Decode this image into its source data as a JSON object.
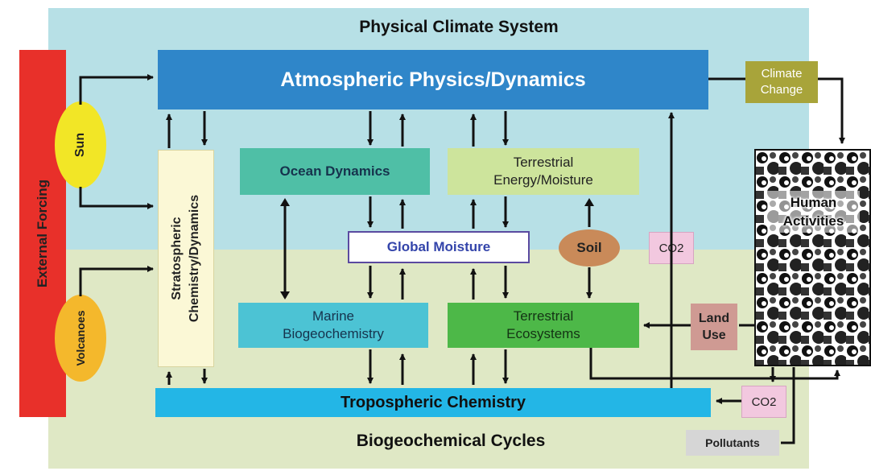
{
  "diagram": {
    "top_region_label": "Physical Climate System",
    "bottom_region_label": "Biogeochemical Cycles",
    "external_forcing": "External Forcing",
    "sun": "Sun",
    "volcanoes": "Volcanoes",
    "atmospheric": "Atmospheric Physics/Dynamics",
    "climate_change": "Climate Change",
    "stratospheric": "Stratospheric Chemistry/Dynamics",
    "ocean_dynamics": "Ocean Dynamics",
    "terrestrial_energy": "Terrestrial Energy/Moisture",
    "global_moisture": "Global Moisture",
    "soil": "Soil",
    "co2_top": "CO2",
    "human_activities": "Human Activities",
    "marine": "Marine Biogeochemistry",
    "terrestrial_ecosystems": "Terrestrial Ecosystems",
    "land_use": "Land Use",
    "tropospheric": "Tropospheric Chemistry",
    "co2_bottom": "CO2",
    "pollutants": "Pollutants"
  },
  "colors": {
    "physical_bg": "#b7e0e6",
    "biogeo_bg": "#dfe8c5",
    "external_forcing": "#e8302a",
    "sun": "#f2e626",
    "volcanoes": "#f4b82c",
    "atmospheric": "#2f86c9",
    "stratospheric": "#fbf8d6",
    "ocean": "#4fbfa6",
    "terrestrial_energy": "#cde49c",
    "marine": "#4cc3d4",
    "terrestrial_ecosystems": "#4db848",
    "tropospheric": "#23b6e6",
    "climate_change": "#a8a43a",
    "soil": "#c98a59",
    "co2": "#f2c8df",
    "land_use": "#cf9a93",
    "pollutants": "#d6d6d6"
  }
}
